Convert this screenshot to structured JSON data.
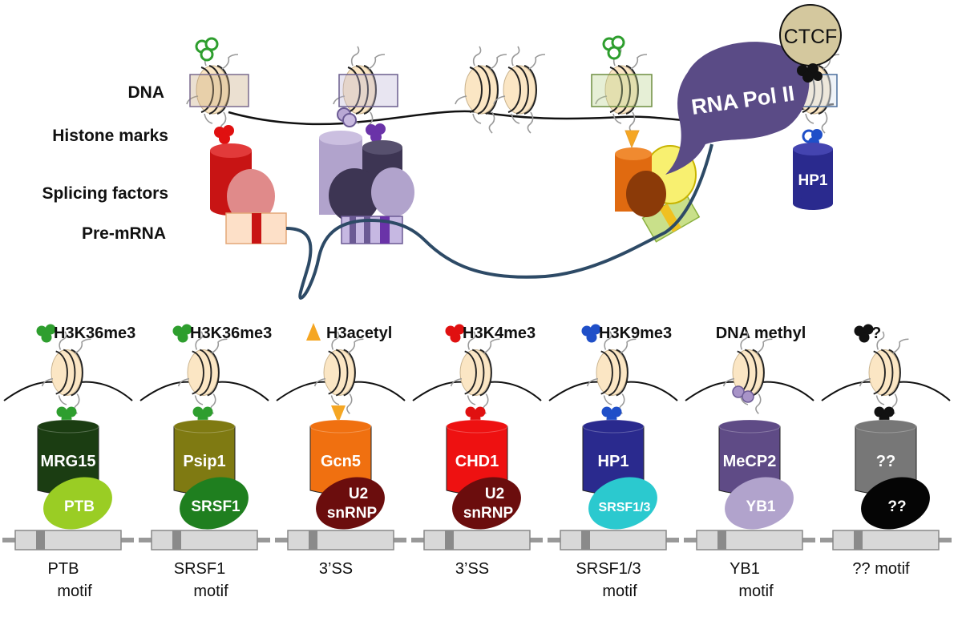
{
  "top": {
    "labels": {
      "dna": "DNA",
      "histone_marks": "Histone marks",
      "splicing_factors": "Splicing factors",
      "pre_mrna": "Pre-mRNA"
    },
    "ctcf": "CTCF",
    "rna_pol": "RNA Pol II",
    "hp1": "HP1"
  },
  "panels": [
    {
      "mark": "H3K36me3",
      "mark_shape": "cluster",
      "mark_color": "#2e9e2e",
      "reader": "MRG15",
      "reader_color": "#1b3d12",
      "factor": [
        "PTB"
      ],
      "factor_color": "#9acd24",
      "motif": [
        "PTB",
        "motif"
      ]
    },
    {
      "mark": "H3K36me3",
      "mark_shape": "cluster",
      "mark_color": "#2e9e2e",
      "reader": "Psip1",
      "reader_color": "#7f7a12",
      "factor": [
        "SRSF1"
      ],
      "factor_color": "#1f7f1f",
      "motif": [
        "SRSF1",
        "motif"
      ]
    },
    {
      "mark": "H3acetyl",
      "mark_shape": "triangle",
      "mark_color": "#f5a623",
      "reader": "Gcn5",
      "reader_color": "#f07010",
      "factor": [
        "U2",
        "snRNP"
      ],
      "factor_color": "#6b0d0d",
      "motif": [
        "3’SS"
      ]
    },
    {
      "mark": "H3K4me3",
      "mark_shape": "cluster",
      "mark_color": "#e01010",
      "reader": "CHD1",
      "reader_color": "#ee1111",
      "factor": [
        "U2",
        "snRNP"
      ],
      "factor_color": "#6b0d0d",
      "motif": [
        "3’SS"
      ]
    },
    {
      "mark": "H3K9me3",
      "mark_shape": "cluster",
      "mark_color": "#1f4fc8",
      "reader": "HP1",
      "reader_color": "#2a2a8e",
      "factor": [
        "SRSF1/3"
      ],
      "factor_color": "#2bc9cf",
      "motif": [
        "SRSF1/3",
        "motif"
      ]
    },
    {
      "mark": "DNA methyl",
      "mark_shape": "none",
      "mark_color": "#a894c8",
      "reader": "MeCP2",
      "reader_color": "#5f4b86",
      "factor": [
        "YB1"
      ],
      "factor_color": "#b1a3cc",
      "motif": [
        "YB1",
        "motif"
      ]
    },
    {
      "mark": "?",
      "mark_shape": "cluster",
      "mark_color": "#111111",
      "reader": "??",
      "reader_color": "#777777",
      "factor": [
        "??"
      ],
      "factor_color": "#050505",
      "motif": [
        "?? motif"
      ]
    }
  ],
  "colors": {
    "nucleosome": "#fbe6c4",
    "rna_line": "#2d4a66",
    "pol": "#5a4b86",
    "ctcf": "#d4c89e",
    "exon": "#d8d8d8",
    "exon_band": "#8a8a8a"
  }
}
